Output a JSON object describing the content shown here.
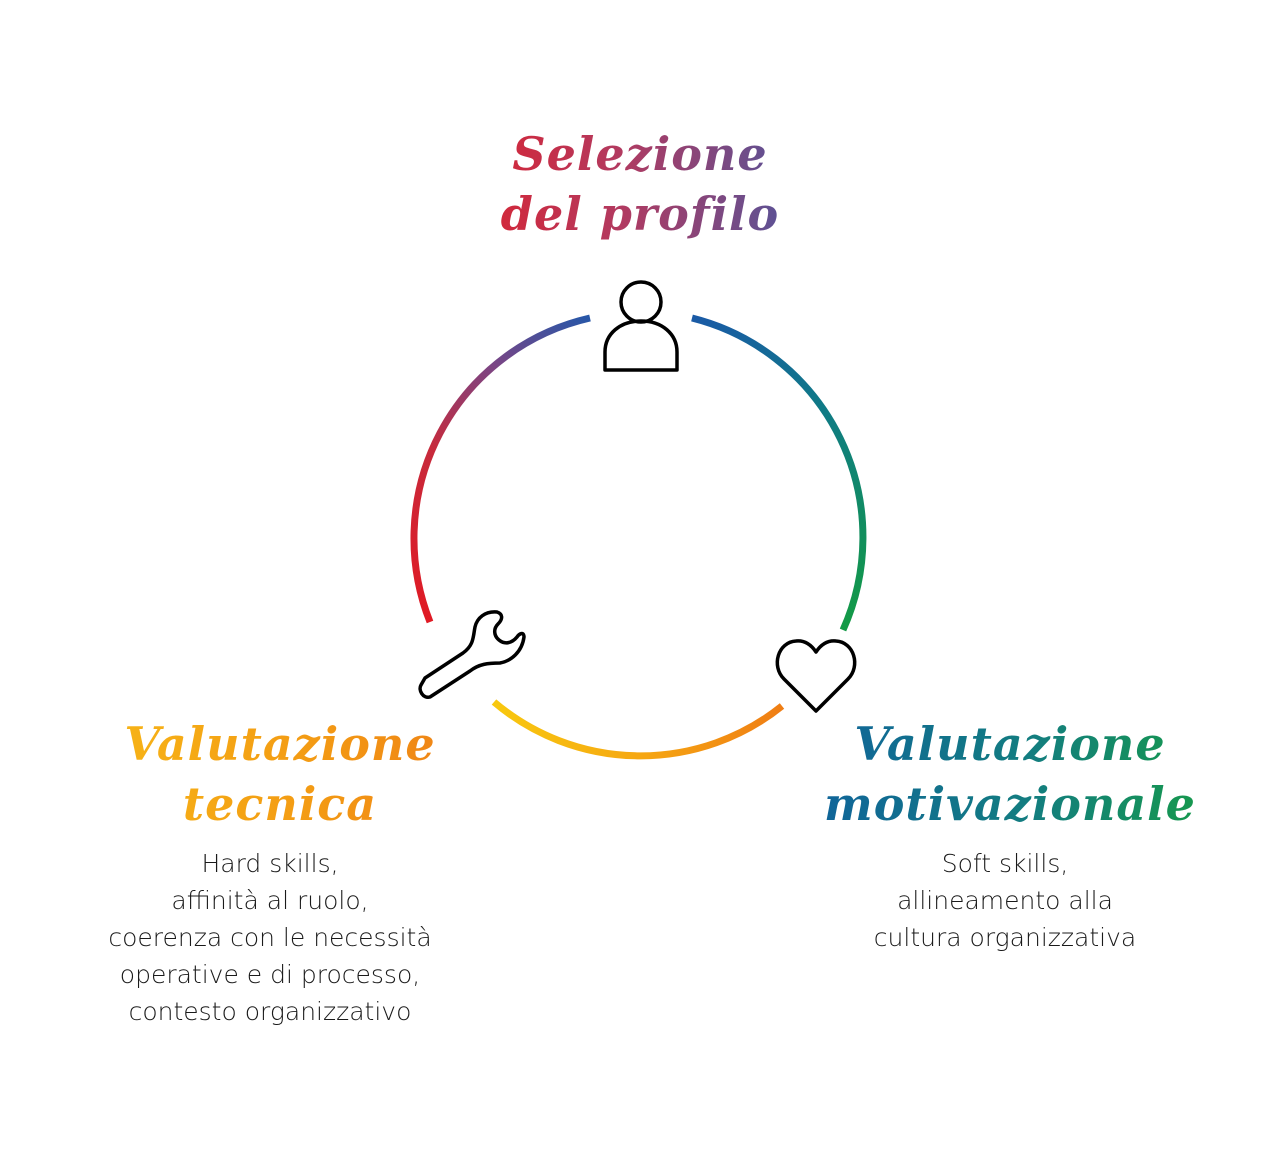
{
  "diagram": {
    "type": "cycle",
    "nodes": [
      {
        "id": "selezione",
        "title_lines": [
          "Selezione",
          "del profilo"
        ],
        "icon": "person-icon",
        "gradient": [
          "#e0202a",
          "#3d5aa8"
        ]
      },
      {
        "id": "valutazione-tecnica",
        "title_lines": [
          "Valutazione",
          "tecnica"
        ],
        "icon": "wrench-icon",
        "gradient": [
          "#f7b516",
          "#ef8316"
        ],
        "description_lines": [
          "Hard skills,",
          "affinità al ruolo,",
          "coerenza con le necessità",
          "operative e di processo,",
          "contesto organizzativo"
        ]
      },
      {
        "id": "valutazione-motivazionale",
        "title_lines": [
          "Valutazione",
          "motivazionale"
        ],
        "icon": "heart-icon",
        "gradient": [
          "#10649a",
          "#16994c"
        ],
        "description_lines": [
          "Soft skills,",
          "allineamento alla",
          "cultura organizzativa"
        ]
      }
    ],
    "arcs": [
      {
        "from": "valutazione-tecnica",
        "to": "selezione",
        "colors": [
          "#e01a24",
          "#2757a8"
        ]
      },
      {
        "from": "selezione",
        "to": "valutazione-motivazionale",
        "colors": [
          "#1a5aa6",
          "#139a46"
        ]
      },
      {
        "from": "valutazione-motivazionale",
        "to": "valutazione-tecnica",
        "colors": [
          "#ef7d14",
          "#f8c312"
        ]
      }
    ]
  }
}
